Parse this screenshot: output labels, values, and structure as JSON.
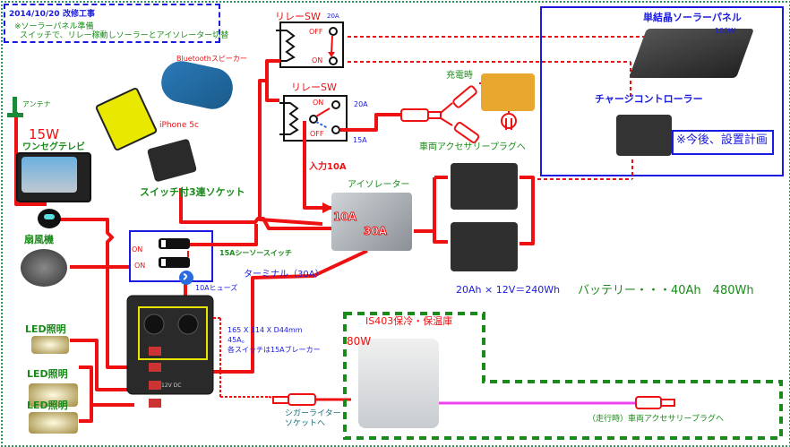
{
  "header": {
    "date": "2014/10/20",
    "title": "改修工事",
    "note_line1": "※ソーラーパネル準備",
    "note_line2": "スイッチで、リレー稼動しソーラーとアイソレーター切替"
  },
  "devices": {
    "bluetooth_speaker": "Bluetoothスピーカー",
    "antenna": "アンテナ",
    "tv_power": "15W",
    "tv_label": "ワンセグテレビ",
    "iphone": "iPhone 5c",
    "socket": "スイッチ付3連ソケット",
    "fan": "扇風機",
    "led1": "LED照明",
    "led2": "LED照明",
    "led3": "LED照明"
  },
  "relays": {
    "relay1": {
      "title": "リレーSW",
      "rating": "20A",
      "off": "OFF",
      "on": "ON"
    },
    "relay2": {
      "title": "リレーSW",
      "rating_top": "20A",
      "rating_bottom": "15A",
      "on": "ON",
      "off": "OFF"
    }
  },
  "charging": {
    "label": "充電時",
    "plug_label": "車両アクセサリープラグへ"
  },
  "solar": {
    "panel_title": "単結晶ソーラーパネル",
    "panel_power": "100W",
    "controller": "チャージコントローラー",
    "future_note": "※今後、設置計画"
  },
  "isolator": {
    "input": "入力10A",
    "title": "アイソレーター",
    "in_rating": "10A",
    "out_rating": "30A",
    "terminal": "ターミナル（30A）"
  },
  "battery": {
    "spec": "20Ah × 12V＝240Wh",
    "total": "バッテリー・・・40Ah　480Wh"
  },
  "seesaw": {
    "on1": "ON",
    "on2": "ON",
    "label": "15Aシーソースイッチ",
    "fuse": "10Aヒューズ"
  },
  "panel": {
    "dims": "165 X 114 X D44mm",
    "amps": "45A。",
    "breakers": "各スイッチは15Aブレーカー",
    "plate": "12V DC"
  },
  "cooler": {
    "title": "IS403保冷・保温庫",
    "power": "80W",
    "cigar_line1": "シガーライター",
    "cigar_line2": "ソケットへ",
    "driving_plug": "（走行時）車両アクセサリープラグへ"
  },
  "colors": {
    "wire": "#ee1111",
    "frame": "#2a9a5a",
    "label_green": "#1a8a1a",
    "label_blue": "#1a1ae0",
    "driving_wire": "#ee44ee"
  }
}
